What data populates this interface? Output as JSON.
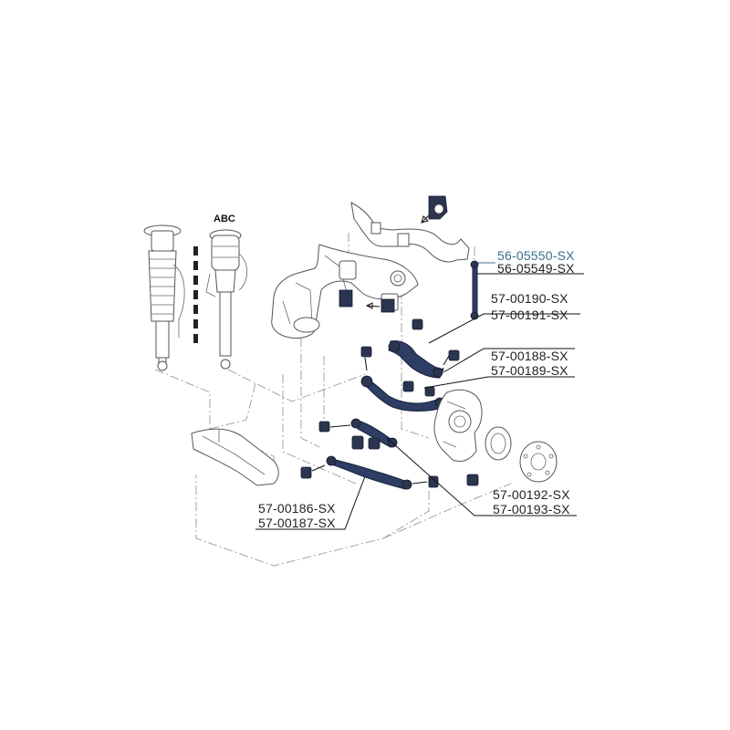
{
  "diagram": {
    "badge": "ABC",
    "part_labels": [
      {
        "id": "sway-bar-link-left",
        "text": "56-05550-SX",
        "highlighted": true
      },
      {
        "id": "sway-bar-link-right",
        "text": "56-05549-SX",
        "highlighted": false
      },
      {
        "id": "upper-arm-front-left",
        "text": "57-00190-SX",
        "highlighted": false
      },
      {
        "id": "upper-arm-front-right",
        "text": "57-00191-SX",
        "highlighted": false
      },
      {
        "id": "upper-arm-rear-left",
        "text": "57-00188-SX",
        "highlighted": false
      },
      {
        "id": "upper-arm-rear-right",
        "text": "57-00189-SX",
        "highlighted": false
      },
      {
        "id": "lower-link-left",
        "text": "57-00192-SX",
        "highlighted": false
      },
      {
        "id": "lower-link-right",
        "text": "57-00193-SX",
        "highlighted": false
      },
      {
        "id": "lower-arm-left",
        "text": "57-00186-SX",
        "highlighted": false
      },
      {
        "id": "lower-arm-right",
        "text": "57-00187-SX",
        "highlighted": false
      }
    ],
    "colors": {
      "highlight_label": "#3b6d8e",
      "part_fill": "#2d3d63",
      "outline": "#555555",
      "leader": "#111111"
    }
  }
}
